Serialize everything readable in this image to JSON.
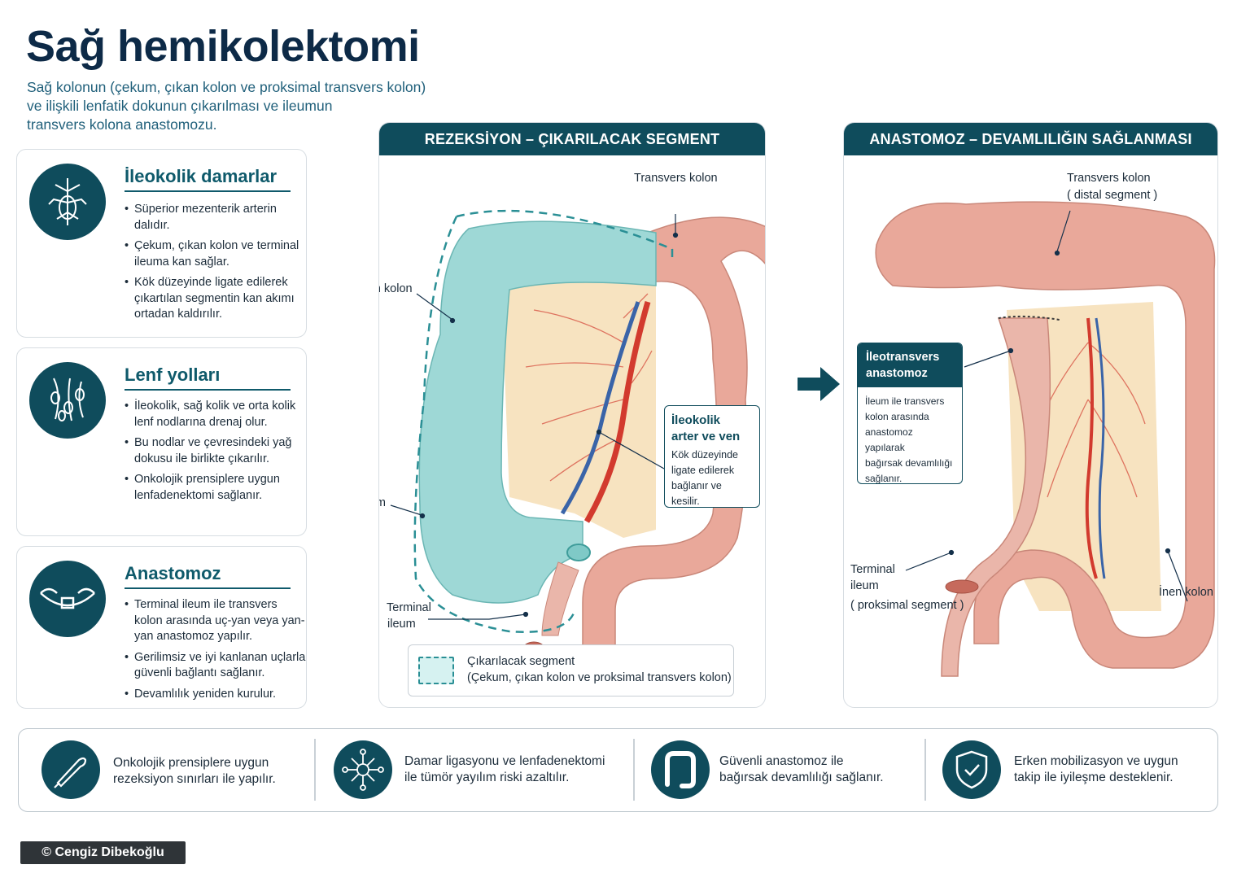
{
  "header": {
    "title": "Sağ hemikolektomi",
    "subtitle_lines": [
      "Sağ kolonun (çekum, çıkan kolon ve proksimal transvers kolon)",
      "ve ilişkili lenfatik dokunun çıkarılması ve ileumun",
      "transvers kolona anastomozu."
    ]
  },
  "cards": [
    {
      "icon": "vessels-icon",
      "title": "İleokolik damarlar",
      "items": [
        "Süperior mezenterik arterin dalıdır.",
        "Çekum, çıkan kolon ve terminal ileuma kan sağlar.",
        "Kök düzeyinde ligate edilerek çıkartılan segmentin kan akımı ortadan kaldırılır."
      ]
    },
    {
      "icon": "lymph-nodes-icon",
      "title": "Lenf yolları",
      "items": [
        "İleokolik, sağ kolik ve orta kolik lenf nodlarına drenaj olur.",
        "Bu nodlar ve çevresindeki yağ dokusu ile birlikte çıkarılır.",
        "Onkolojik prensiplere uygun lenfadenektomi sağlanır."
      ]
    },
    {
      "icon": "anastomosis-icon",
      "title": "Anastomoz",
      "items": [
        "Terminal ileum ile transvers kolon arasında uç-yan veya yan-yan anastomoz yapılır.",
        "Gerilimsiz ve iyi kanlanan uçlarla güvenli bağlantı sağlanır.",
        "Devamlılık yeniden kurulur."
      ]
    }
  ],
  "resection_panel": {
    "header": "REZEKSİYON – ÇIKARILACAK SEGMENT",
    "labels": {
      "transverse": "Transvers kolon",
      "ascending": "Çıkan kolon",
      "cecum": "Çekum",
      "terminal_ileum_1": "Terminal",
      "terminal_ileum_2": "ileum"
    },
    "callout": {
      "title_1": "İleokolik",
      "title_2": "arter ve ven",
      "text_lines": [
        "Kök düzeyinde",
        "ligate edilerek",
        "bağlanır ve kesilir."
      ]
    },
    "legend": {
      "title": "Çıkarılacak segment",
      "detail": "(Çekum, çıkan kolon ve proksimal transvers kolon)"
    }
  },
  "anastomosis_panel": {
    "header": "ANASTOMOZ – DEVAMLILIĞIN SAĞLANMASI",
    "labels": {
      "transverse_1": "Transvers kolon",
      "transverse_2": "( distal segment )",
      "terminal_1": "Terminal",
      "terminal_2": "ileum",
      "terminal_3": "( proksimal segment )",
      "descending": "İnen kolon"
    },
    "callout": {
      "title_1": "İleotransvers",
      "title_2": "anastomoz",
      "text_lines": [
        "İleum ile transvers",
        "kolon arasında",
        "anastomoz yapılarak",
        "bağırsak devamlılığı",
        "sağlanır."
      ]
    }
  },
  "bottom_items": [
    {
      "icon": "scalpel-icon",
      "lines": [
        "Onkolojik prensiplere uygun",
        "rezeksiyon sınırları ile yapılır."
      ]
    },
    {
      "icon": "lymph-network-icon",
      "lines": [
        "Damar ligasyonu ve lenfadenektomi",
        "ile tümör yayılım riski azaltılır."
      ]
    },
    {
      "icon": "colon-icon",
      "lines": [
        "Güvenli anastomoz ile",
        "bağırsak devamlılığı sağlanır."
      ]
    },
    {
      "icon": "shield-check-icon",
      "lines": [
        "Erken mobilizasyon ve uygun",
        "takip ile iyileşme desteklenir."
      ]
    }
  ],
  "copyright": "© Cengiz Dibekoğlu",
  "colors": {
    "primary": "#0f4c5c",
    "resected_segment": "#9ed8d6",
    "colon": "#e9a89a",
    "artery": "#d23a2e",
    "vein": "#3a64a8",
    "mesentery": "#f7e3c0"
  }
}
